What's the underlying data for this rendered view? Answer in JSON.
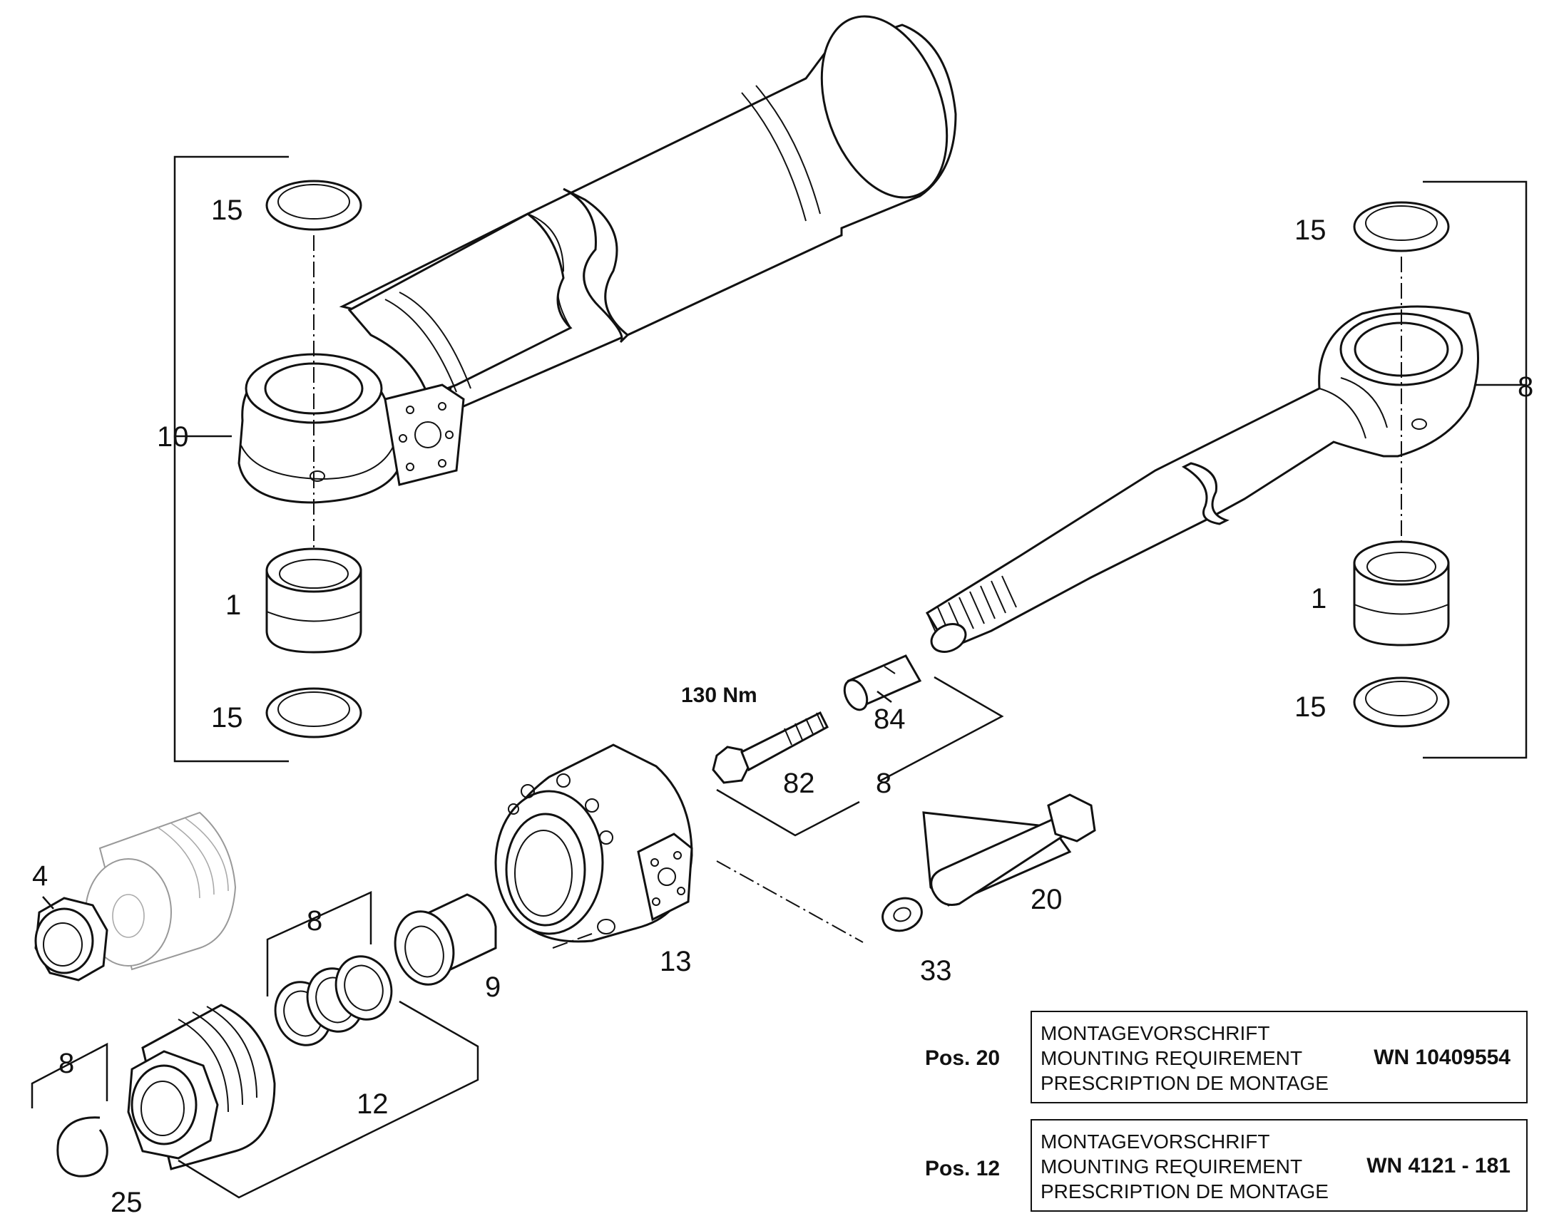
{
  "labels": {
    "l15a": "15",
    "l10": "10",
    "l1a": "1",
    "l15b": "15",
    "l15c": "15",
    "l8a": "8",
    "l1b": "1",
    "l15d": "15",
    "torque": "130 Nm",
    "l84": "84",
    "l82": "82",
    "l8b": "8",
    "l4": "4",
    "l8c": "8",
    "l9": "9",
    "l13": "13",
    "l20": "20",
    "l33": "33",
    "l12": "12",
    "l8d": "8",
    "l25": "25"
  },
  "notes": [
    {
      "pos": "Pos. 20",
      "lines": [
        "MONTAGEVORSCHRIFT",
        "MOUNTING REQUIREMENT",
        "PRESCRIPTION DE MONTAGE"
      ],
      "wn": "WN 10409554"
    },
    {
      "pos": "Pos. 12",
      "lines": [
        "MONTAGEVORSCHRIFT",
        "MOUNTING REQUIREMENT",
        "PRESCRIPTION DE MONTAGE"
      ],
      "wn": "WN 4121 - 181"
    }
  ]
}
